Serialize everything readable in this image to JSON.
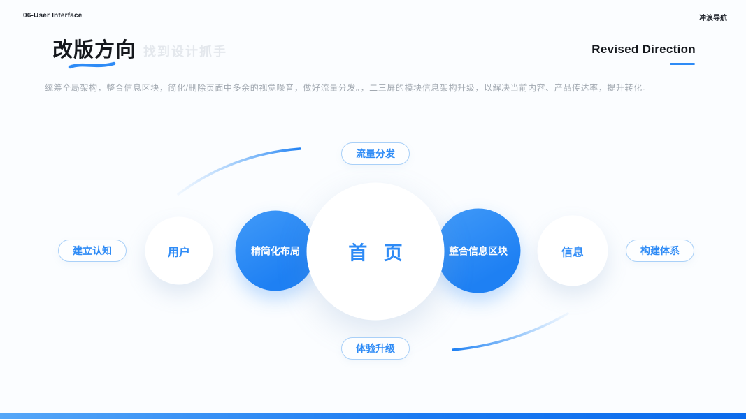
{
  "meta": {
    "top_left": "06-User Interface",
    "top_right": "冲浪导航"
  },
  "header": {
    "title": "改版方向",
    "title_ghost": "找到设计抓手",
    "title_en": "Revised Direction",
    "description": "统筹全局架构，整合信息区块，简化/删除页面中多余的视觉噪音，做好流量分发。，二三屏的模块信息架构升级，以解决当前内容、产品传达率，提升转化。"
  },
  "diagram": {
    "pills": [
      {
        "id": "top",
        "label": "流量分发"
      },
      {
        "id": "bottom",
        "label": "体验升级"
      },
      {
        "id": "left",
        "label": "建立认知"
      },
      {
        "id": "right",
        "label": "构建体系"
      }
    ],
    "circles": [
      {
        "id": "user",
        "label": "用户",
        "variant": "white"
      },
      {
        "id": "simplify",
        "label": "精简化布局",
        "variant": "blue"
      },
      {
        "id": "home",
        "label": "首 页",
        "variant": "white-large"
      },
      {
        "id": "integrate",
        "label": "整合信息区块",
        "variant": "blue"
      },
      {
        "id": "info",
        "label": "信息",
        "variant": "white"
      }
    ]
  },
  "colors": {
    "accent": "#2E8BF6",
    "ghost_text": "#E4E8ED",
    "gray_text": "#A2A9B1",
    "pill_border": "#A9D0F8",
    "background": "#FBFDFF"
  }
}
